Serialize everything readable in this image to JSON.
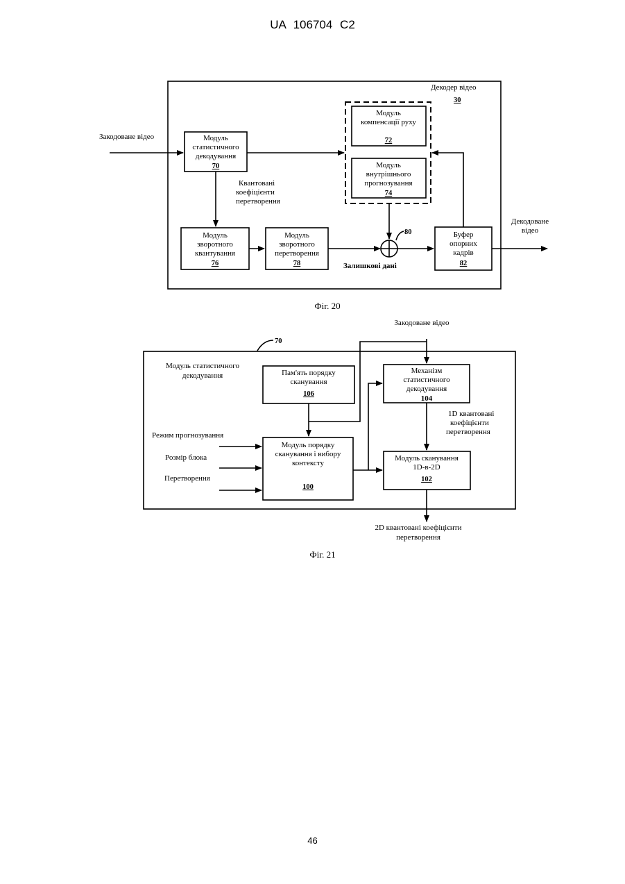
{
  "header": "UA 106704 C2",
  "page_number": "46",
  "fig20": {
    "caption": "Фіг. 20",
    "decoder_label": "Декодер відео",
    "decoder_ref": "30",
    "input_label": "Закодоване відео",
    "output_label": [
      "Декодоване",
      "відео"
    ],
    "entropy_module": {
      "lines": [
        "Модуль",
        "статистичного",
        "декодування"
      ],
      "ref": "70"
    },
    "quantized_coeffs": [
      "Квантовані",
      "коефіцієнти",
      "перетворення"
    ],
    "motion_comp": {
      "lines": [
        "Модуль",
        "компенсації руху"
      ],
      "ref": "72"
    },
    "intra_pred": {
      "lines": [
        "Модуль",
        "внутрішнього",
        "прогнозування"
      ],
      "ref": "74"
    },
    "inverse_quant": {
      "lines": [
        "Модуль",
        "зворотного",
        "квантування"
      ],
      "ref": "76"
    },
    "inverse_transform": {
      "lines": [
        "Модуль",
        "зворотного",
        "перетворення"
      ],
      "ref": "78"
    },
    "summer_ref": "80",
    "residual_label": "Залишкові дані",
    "ref_buffer": {
      "lines": [
        "Буфер",
        "опорних",
        "кадрів"
      ],
      "ref": "82"
    }
  },
  "fig21": {
    "caption": "Фіг. 21",
    "module_ref": "70",
    "module_label": [
      "Модуль статистичного",
      "декодування"
    ],
    "input_label": "Закодоване відео",
    "scan_memory": {
      "lines": [
        "Пам'ять порядку",
        "сканування"
      ],
      "ref": "106"
    },
    "entropy_engine": {
      "lines": [
        "Механізм",
        "статистичного",
        "декодування"
      ],
      "ref": "104"
    },
    "coeffs_1d": [
      "1D квантовані",
      "коефіцієнти",
      "перетворення"
    ],
    "scan_select": {
      "lines": [
        "Модуль порядку",
        "сканування і вибору",
        "контексту"
      ],
      "ref": "100"
    },
    "scan_1d2d": {
      "lines": [
        "Модуль сканування",
        "1D-в-2D"
      ],
      "ref": "102"
    },
    "inputs": [
      "Режим прогнозування",
      "Розмір блока",
      "Перетворення"
    ],
    "output_label": [
      "2D квантовані коефіцієнти",
      "перетворення"
    ]
  }
}
